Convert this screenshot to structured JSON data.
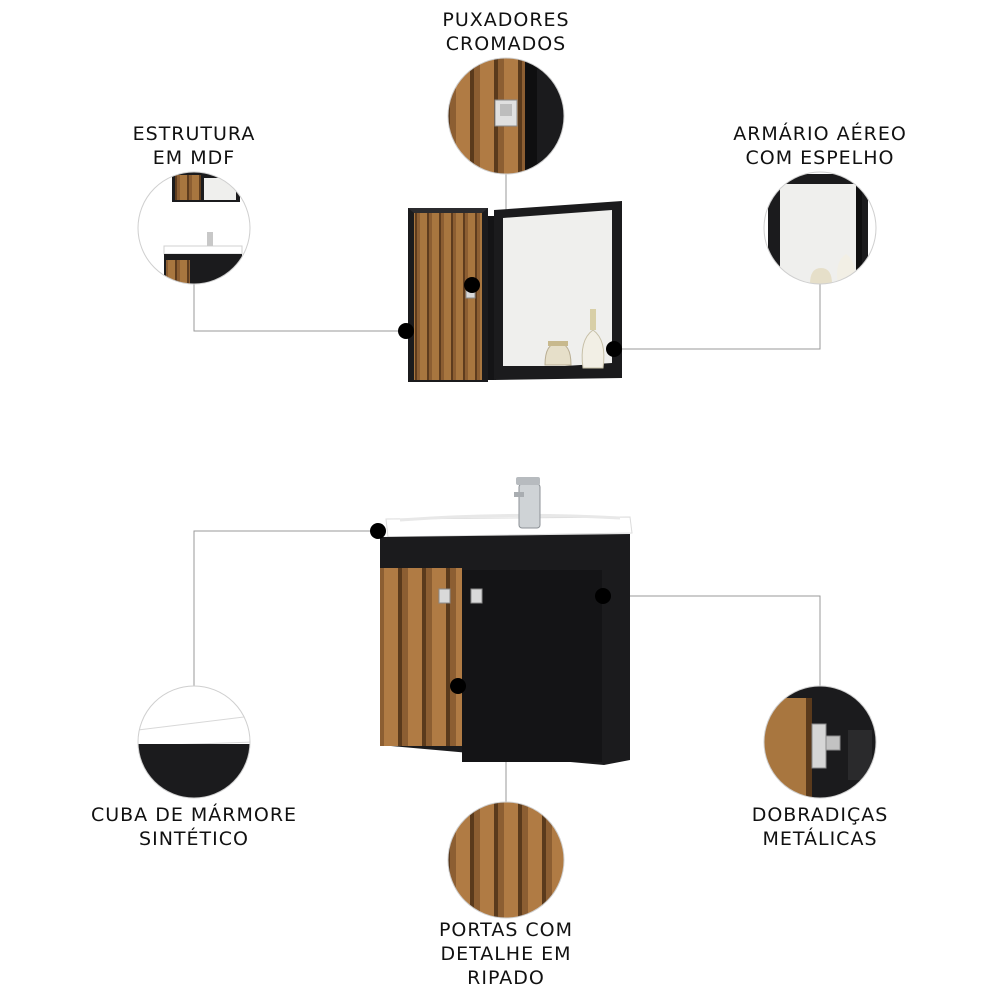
{
  "features": {
    "puxadores": {
      "line1": "PUXADORES",
      "line2": "CROMADOS"
    },
    "estrutura": {
      "line1": "ESTRUTURA",
      "line2": "EM MDF"
    },
    "armario": {
      "line1": "ARMÁRIO AÉREO",
      "line2": "COM ESPELHO"
    },
    "cuba": {
      "line1": "CUBA DE MÁRMORE",
      "line2": "SINTÉTICO"
    },
    "dobradicas": {
      "line1": "DOBRADIÇAS",
      "line2": "METÁLICAS"
    },
    "portas": {
      "line1": "PORTAS COM",
      "line2": "DETALHE EM",
      "line3": "RIPADO"
    }
  },
  "colors": {
    "cabinet_black": "#1b1b1d",
    "wood_slat": "#9a6a3a",
    "mirror": "#efefed",
    "marble_top": "#ffffff"
  }
}
